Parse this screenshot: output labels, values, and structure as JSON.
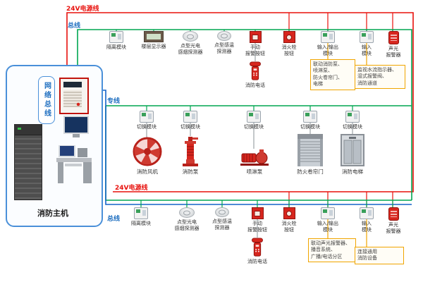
{
  "colors": {
    "power": "#e8100c",
    "bus_green": "#00a651",
    "bus_blue": "#1464c8",
    "connector": "#8a9096",
    "note_line": "#f0a500",
    "host_border": "#4a90d9"
  },
  "lines": {
    "power_top": "24V电源线",
    "bus_top": "总线",
    "dedicated": "专线",
    "power_bottom": "24V电源线",
    "bus_bottom": "总线"
  },
  "host": {
    "network_bus": "网络总线",
    "title": "消防主机"
  },
  "top": {
    "devices": [
      {
        "label": "隔离模块"
      },
      {
        "label": "楼层显示器"
      },
      {
        "label": "点型光电\n感烟探测器"
      },
      {
        "label": "点型感温\n探测器"
      },
      {
        "label": "手动\n报警按钮"
      },
      {
        "label": "消火栓\n按钮"
      },
      {
        "label": "输入/输出\n模块"
      },
      {
        "label": "输入\n模块"
      },
      {
        "label": "声光\n报警器"
      }
    ],
    "phone": "消防电话",
    "notes": [
      "联动消防泵、\n喷淋泵、\n防火卷帘门、\n电梯",
      "监视水流指示器、\n湿式报警阀、\n消防通道"
    ]
  },
  "middle": {
    "switch_label": "切换模块",
    "equipment": [
      {
        "label": "消防风机"
      },
      {
        "label": "消防泵"
      },
      {
        "label": "喷淋泵"
      },
      {
        "label": "防火卷帘门"
      },
      {
        "label": "消防电梯"
      }
    ]
  },
  "bottom": {
    "devices": [
      {
        "label": "隔离模块"
      },
      {
        "label": "点型光电\n感烟探测器"
      },
      {
        "label": "点型感温\n探测器"
      },
      {
        "label": "手动\n报警按钮"
      },
      {
        "label": "消火栓\n按钮"
      },
      {
        "label": "输入/输出\n模块"
      },
      {
        "label": "输入\n模块"
      },
      {
        "label": "声光\n报警器"
      }
    ],
    "phone": "消防电话",
    "notes": [
      "联动声光报警器、\n播音系统、\n广播/电话分区",
      "连接通用\n消防设备"
    ]
  }
}
